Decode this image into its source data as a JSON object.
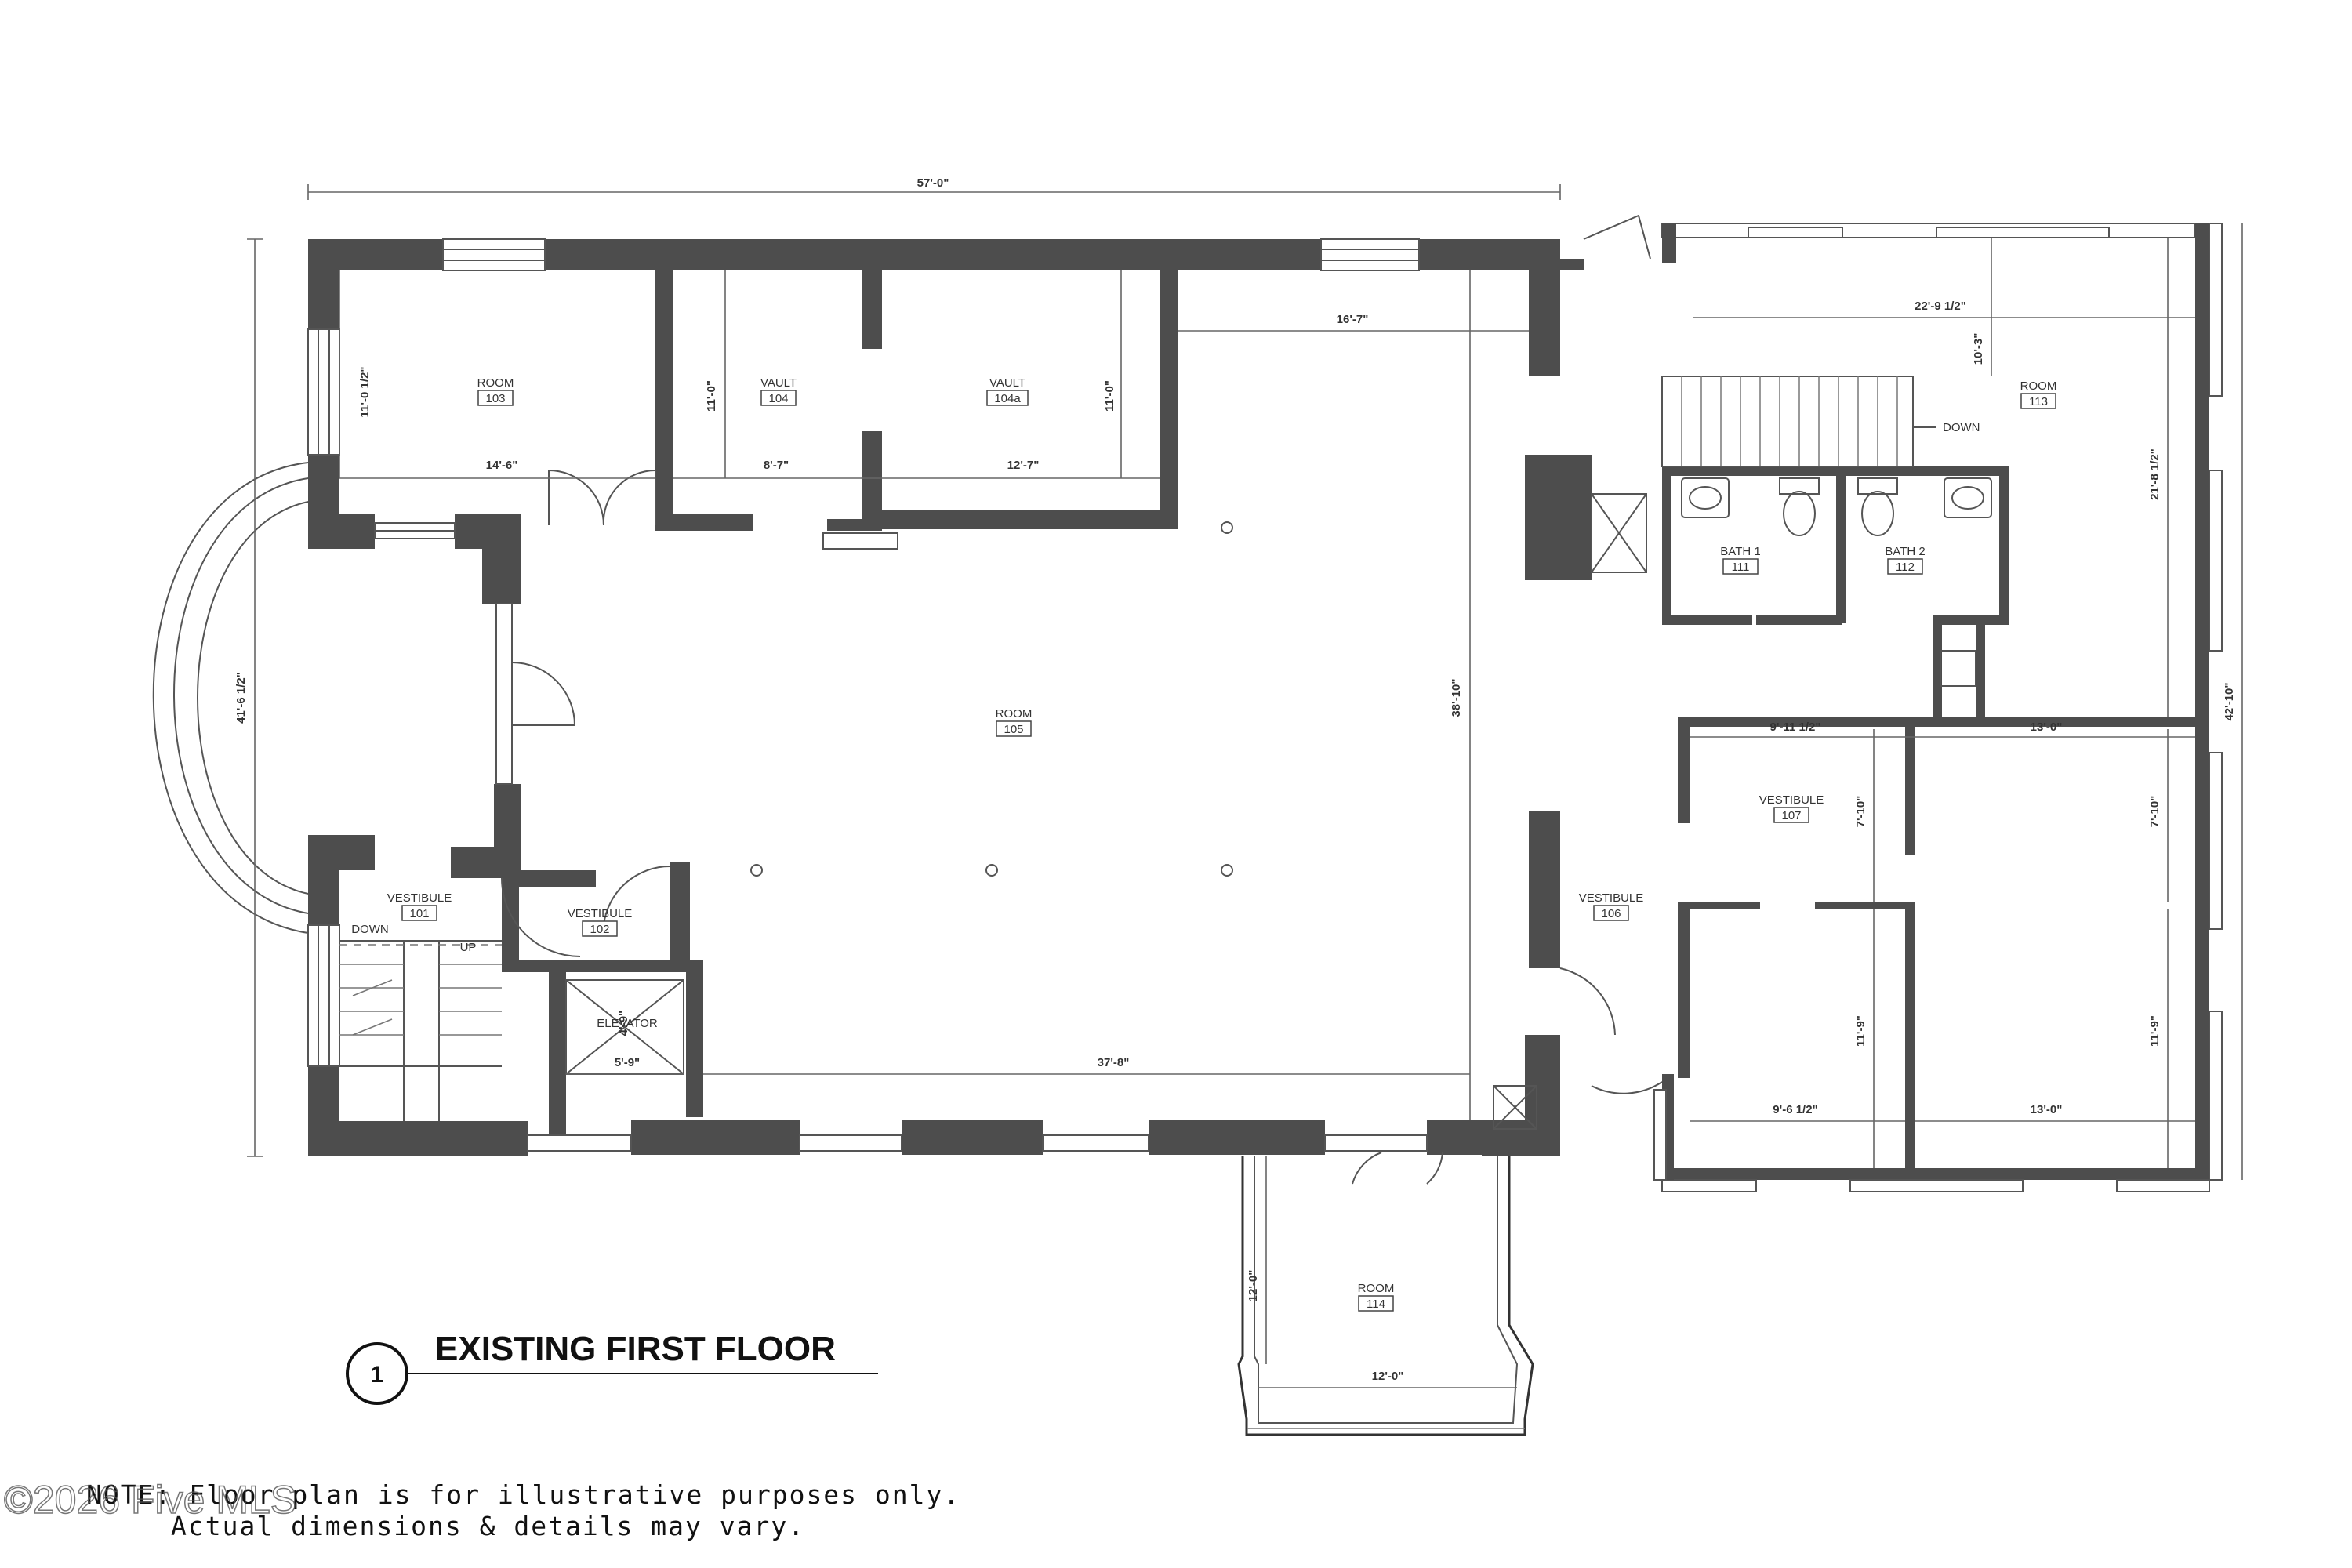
{
  "plan": {
    "title": "EXISTING FIRST FLOOR",
    "sheet_number": "1",
    "note_line1": "NOTE: Floor plan is for illustrative purposes only.",
    "note_line2": "Actual dimensions & details may vary.",
    "watermark": "©2026 Five MLS"
  },
  "rooms": [
    {
      "id": "room-103",
      "name": "ROOM",
      "number": "103"
    },
    {
      "id": "vault-104",
      "name": "VAULT",
      "number": "104"
    },
    {
      "id": "vault-104a",
      "name": "VAULT",
      "number": "104a"
    },
    {
      "id": "room-105",
      "name": "ROOM",
      "number": "105"
    },
    {
      "id": "vestibule-101",
      "name": "VESTIBULE",
      "number": "101"
    },
    {
      "id": "vestibule-102",
      "name": "VESTIBULE",
      "number": "102"
    },
    {
      "id": "vestibule-106",
      "name": "VESTIBULE",
      "number": "106"
    },
    {
      "id": "vestibule-107",
      "name": "VESTIBULE",
      "number": "107"
    },
    {
      "id": "bath-111",
      "name": "BATH 1",
      "number": "111"
    },
    {
      "id": "bath-112",
      "name": "BATH 2",
      "number": "112"
    },
    {
      "id": "room-113",
      "name": "ROOM",
      "number": "113"
    },
    {
      "id": "room-114",
      "name": "ROOM",
      "number": "114"
    }
  ],
  "labels": {
    "elevator": "ELEVATOR",
    "down_stair": "DOWN",
    "up_stair": "UP",
    "down_right": "DOWN"
  },
  "dimensions": {
    "overall_width": "57'-0\"",
    "overall_height_left": "41'-6 1/2\"",
    "room103_height": "11'-0 1/2\"",
    "room103_width": "14'-6\"",
    "vault104_height": "11'-0\"",
    "vault104_width": "8'-7\"",
    "vault104a_width": "12'-7\"",
    "vault104a_height": "11'-0\"",
    "top_right_width": "16'-7\"",
    "room105_height": "38'-10\"",
    "room105_width": "37'-8\"",
    "elevator_width": "5'-9\"",
    "elevator_height": "4'-9\"",
    "room113_width": "22'-9 1/2\"",
    "room113_upper": "10'-3\"",
    "room113_height": "21'-8 1/2\"",
    "east_overall": "42'-10\"",
    "vestibule107_width": "9'-11 1/2\"",
    "right_room_width": "13'-0\"",
    "vestibule107_height": "7'-10\"",
    "right_room_height": "7'-10\"",
    "lower_left_height": "11'-9\"",
    "lower_right_height": "11'-9\"",
    "lower_left_width": "9'-6 1/2\"",
    "lower_right_width": "13'-0\"",
    "room114_height": "12'-0\"",
    "room114_width": "12'-0\""
  }
}
